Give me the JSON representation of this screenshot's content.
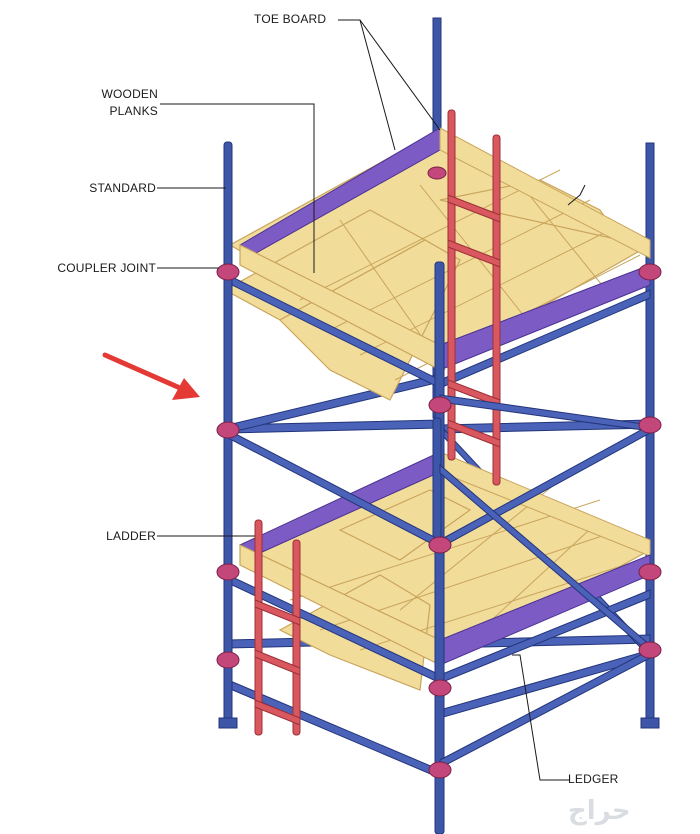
{
  "labels": {
    "toe_board": "TOE BOARD",
    "wooden_planks_line1": "WOODEN",
    "wooden_planks_line2": "PLANKS",
    "standard": "STANDARD",
    "coupler_joint": "COUPLER JOINT",
    "ladder": "LADDER",
    "ledger": "LEDGER"
  },
  "watermark": "حراج",
  "colors": {
    "standard": "#3d56a8",
    "ledger": "#4a63b8",
    "toe_board": "#7d5bc4",
    "plank": "#f2dc9a",
    "plank_edge": "#c9a55c",
    "coupler": "#c4477c",
    "ladder": "#d9585f",
    "arrow": "#e53935"
  }
}
